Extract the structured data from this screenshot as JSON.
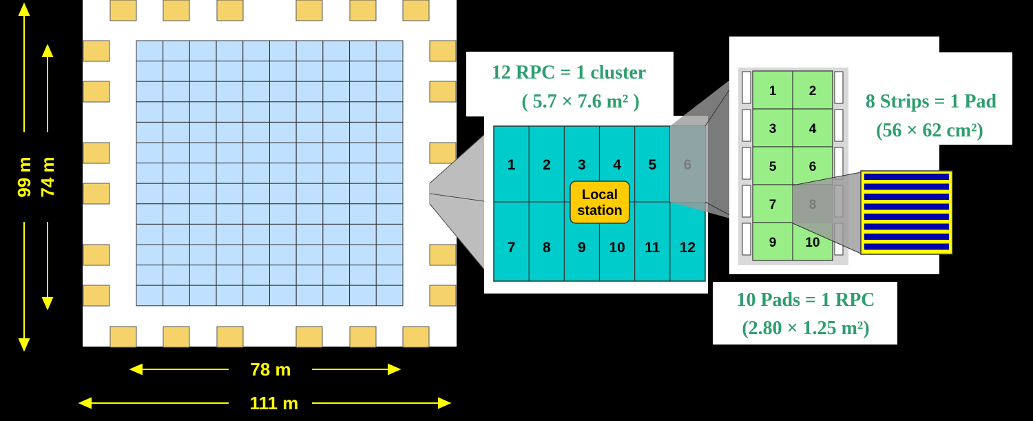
{
  "dimensions": {
    "width_inner": "78 m",
    "width_outer": "111 m",
    "height_outer": "99 m",
    "height_inner": "74 m"
  },
  "cluster": {
    "caption_line1": "12 RPC = 1 cluster",
    "caption_line2": "( 5.7 × 7.6 m² )",
    "rpc_labels": [
      "1",
      "2",
      "3",
      "4",
      "5",
      "6",
      "7",
      "8",
      "9",
      "10",
      "11",
      "12"
    ],
    "local_station_line1": "Local",
    "local_station_line2": "station"
  },
  "rpc": {
    "caption_line1": "10 Pads = 1 RPC",
    "caption_line2": "(2.80 × 1.25 m²)",
    "pad_labels": [
      "1",
      "2",
      "3",
      "4",
      "5",
      "6",
      "7",
      "8",
      "9",
      "10"
    ]
  },
  "pad": {
    "caption_line1": "8 Strips = 1 Pad",
    "caption_line2": "(56 × 62 cm²)"
  },
  "colors": {
    "background": "#000000",
    "dimension_text": "#ffff00",
    "caption_text": "#2e9e6e",
    "rpc_fill": "#00cccc",
    "pad_fill": "#99ee88",
    "grid_fill": "#bfe0ff",
    "station_fill": "#f5d36a",
    "strip_fill": "#0000aa",
    "local_station_fill": "#ffcc00"
  }
}
